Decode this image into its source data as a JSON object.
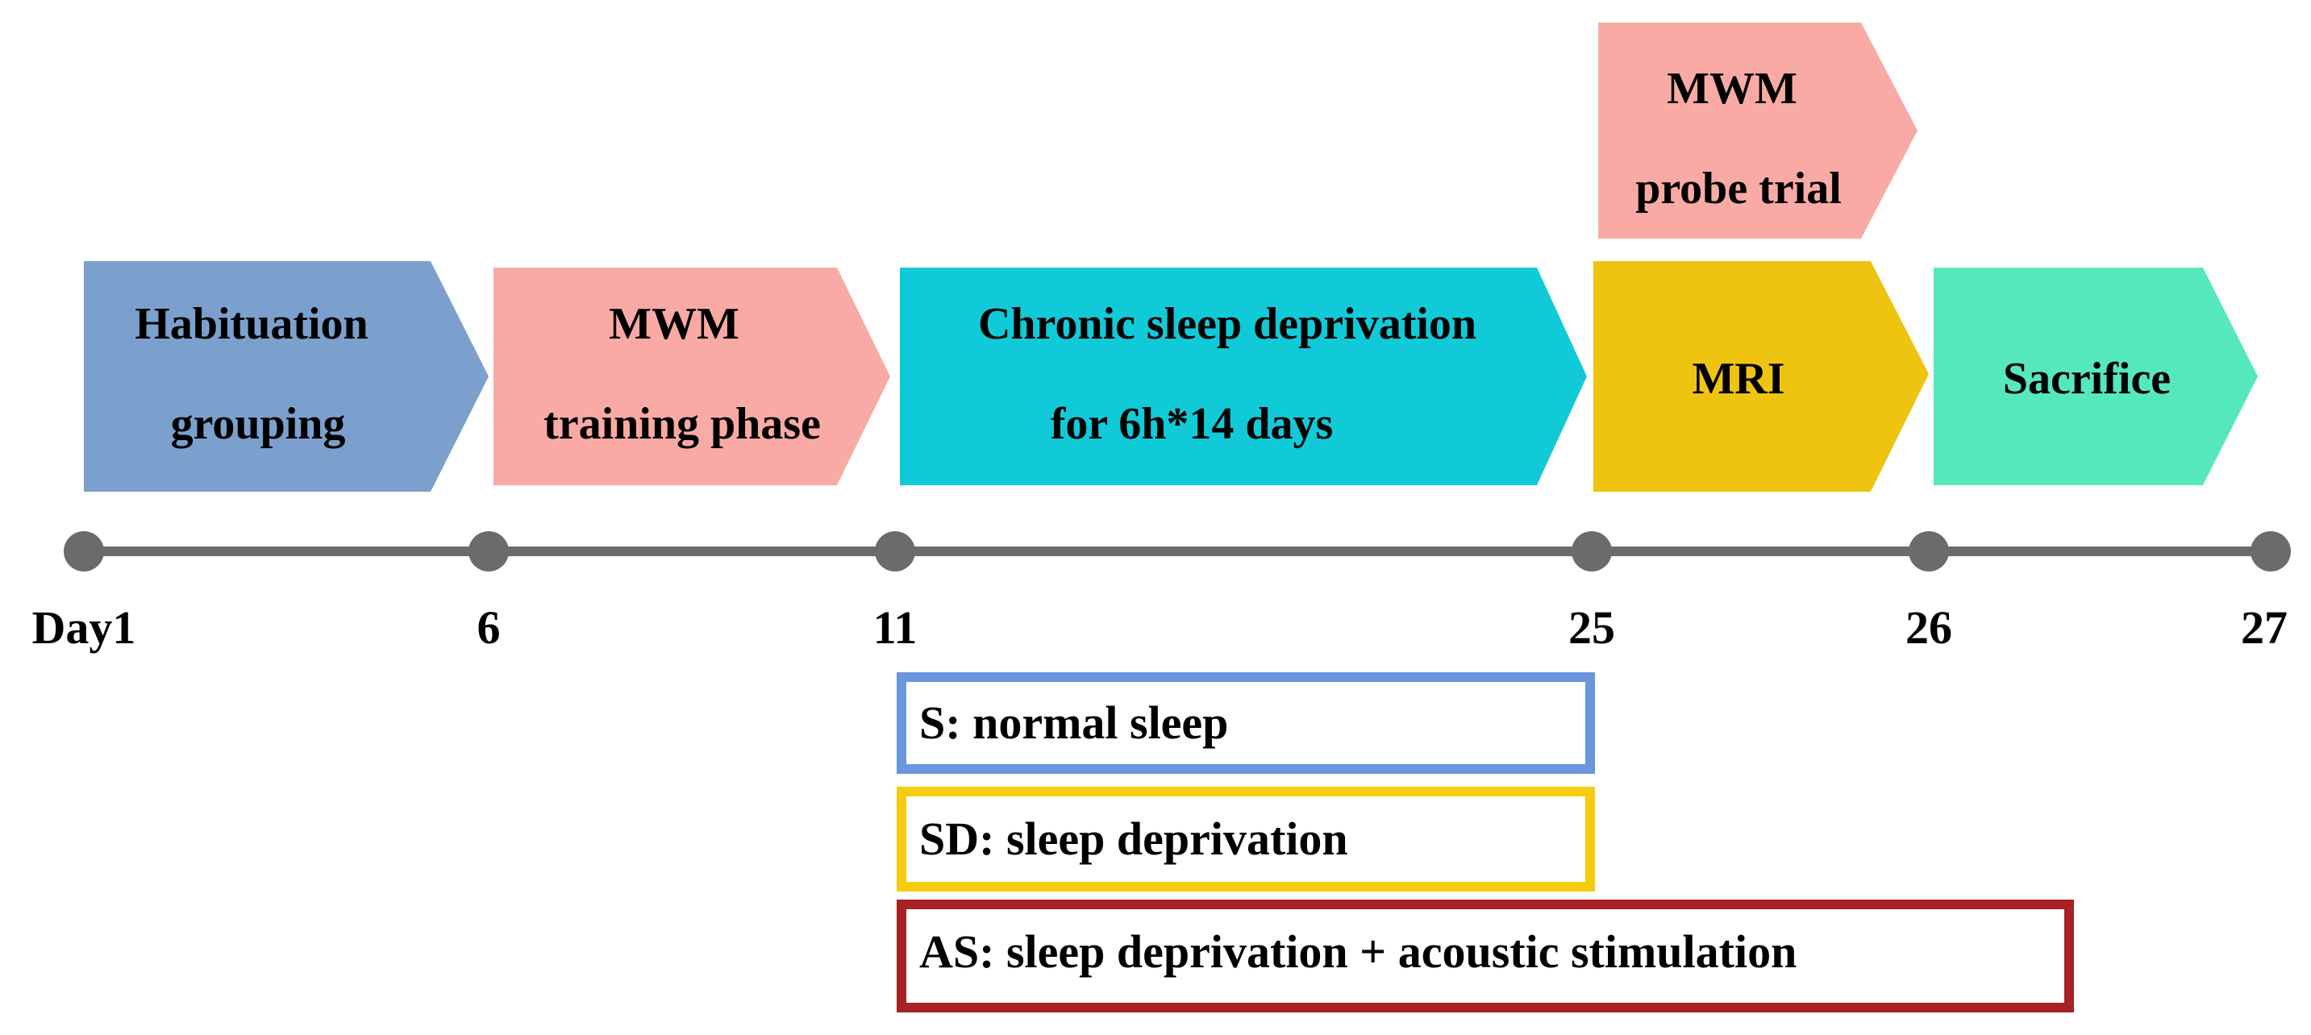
{
  "phases": {
    "habituation": {
      "lines": [
        "Habituation",
        "grouping"
      ],
      "color": "#7ba0cd"
    },
    "mwm_training": {
      "lines": [
        "MWM",
        "training phase"
      ],
      "color": "#f9aaa4"
    },
    "sleep_deprivation": {
      "lines": [
        "Chronic sleep deprivation",
        "for 6h*14 days"
      ],
      "color": "#11cad8"
    },
    "mwm_probe": {
      "lines": [
        "MWM",
        "probe trial"
      ],
      "color": "#f9aaa4"
    },
    "mri": {
      "lines": [
        "MRI"
      ],
      "color": "#efc410"
    },
    "sacrifice": {
      "lines": [
        "Sacrifice"
      ],
      "color": "#55e8bc"
    }
  },
  "timeline": {
    "ticks": [
      "Day1",
      "6",
      "11",
      "25",
      "26",
      "27"
    ],
    "line_color": "#6b6b6b"
  },
  "groups": [
    {
      "label": "S: normal sleep",
      "border_color": "#6a96e0"
    },
    {
      "label": "SD: sleep deprivation",
      "border_color": "#f5cd10"
    },
    {
      "label": "AS: sleep deprivation + acoustic stimulation",
      "border_color": "#a82124"
    }
  ]
}
